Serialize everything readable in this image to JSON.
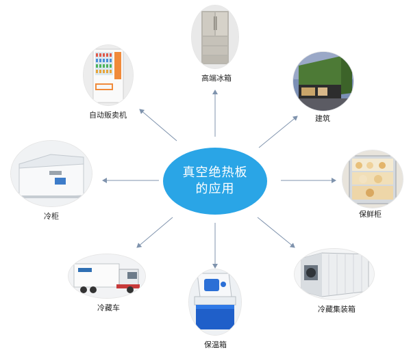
{
  "center": {
    "line1": "真空绝热板",
    "line2": "的应用"
  },
  "applications": {
    "fridge": "高端冰箱",
    "vending": "自动贩卖机",
    "building": "建筑",
    "freezer": "冷柜",
    "showcase": "保鲜柜",
    "truck": "冷藏车",
    "coolbox": "保温箱",
    "container": "冷藏集装箱"
  },
  "colors": {
    "hub": "#2aa5e6",
    "arrow": "#7f93ad"
  }
}
